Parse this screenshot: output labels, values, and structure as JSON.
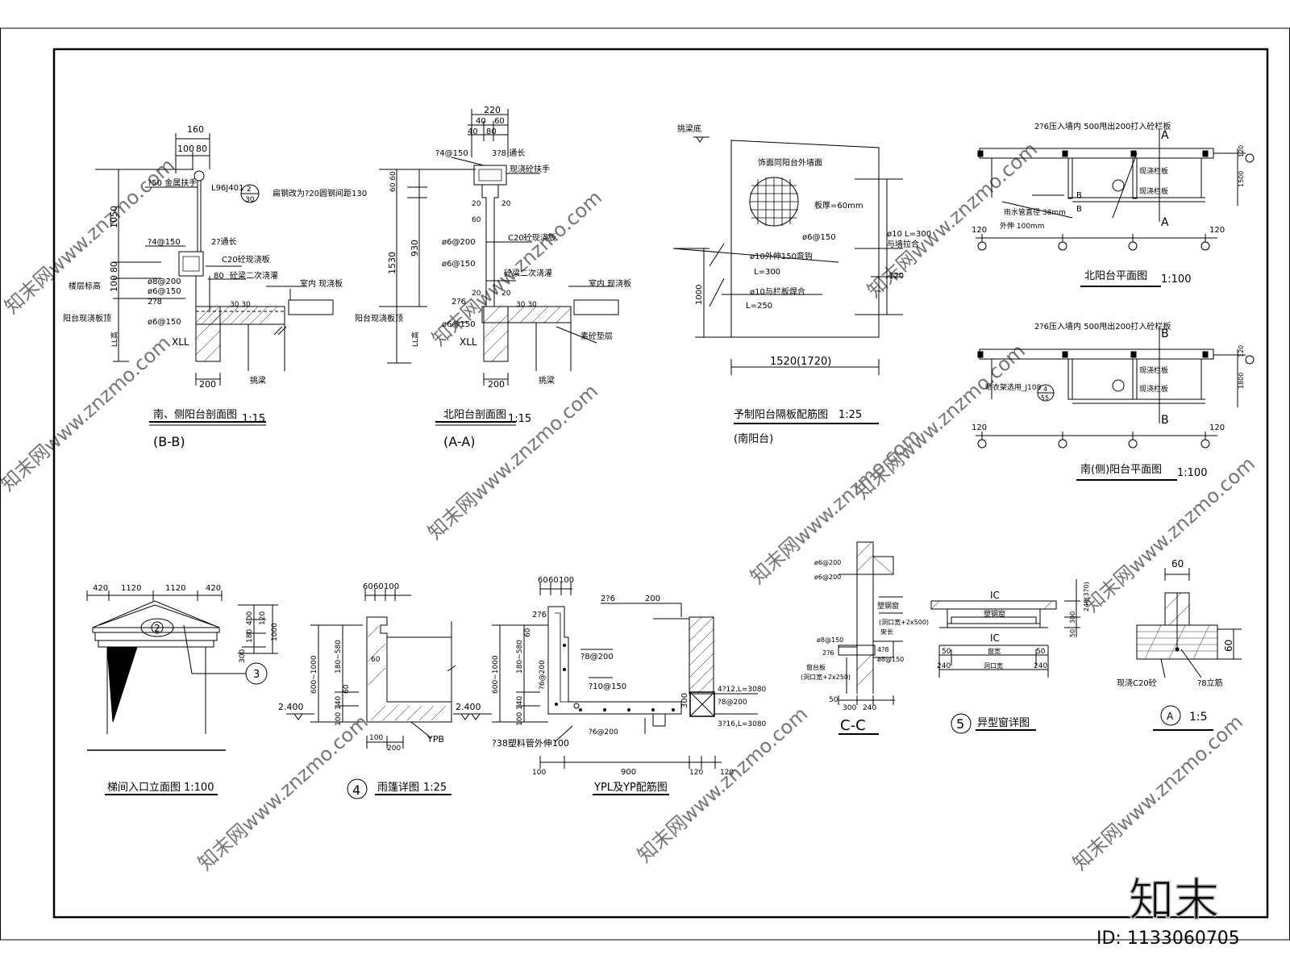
{
  "sheet": {
    "south_section": {
      "title": "南、侧阳台剖面图",
      "scale": "1:15",
      "subtitle": "(B-B)",
      "dims": [
        "160",
        "100",
        "80",
        "1050",
        "80",
        "100",
        "LL高",
        "200"
      ],
      "labels": [
        "?50 金属扶手",
        "L96J401",
        "扁钢改为?20圆钢间距130",
        "?4@150",
        "2?通长",
        "C20砼现浇板",
        "80",
        "砼梁二次浇灌",
        "楼层标高",
        "ø8@200",
        "ø6@150",
        "2?8",
        "阳台现浇板顶",
        "ø6@150",
        "XLL",
        "室内 现浇板",
        "30 30",
        "挑梁"
      ],
      "ref_num": "2",
      "ref_den": "30"
    },
    "north_section": {
      "title": "北阳台剖面图",
      "scale": "1:15",
      "subtitle": "(A-A)",
      "dims": [
        "220",
        "40",
        "60",
        "40",
        "80",
        "60 60",
        "930",
        "1530",
        "LL高",
        "200"
      ],
      "labels": [
        "?4@150",
        "3?8 通长",
        "现浇砼扶手",
        "20",
        "20",
        "60",
        "ø6@200",
        "C20砼现浇板",
        "ø6@150",
        "砼梁二次浇灌",
        "20",
        "20",
        "2?6",
        "室内 现浇板",
        "阳台现浇板顶",
        "ø6@150",
        "XLL",
        "素砼垫层",
        "30 30",
        "挑梁"
      ]
    },
    "panel": {
      "title": "予制阳台隔板配筋图",
      "scale": "1:25",
      "subtitle": "(南阳台)",
      "labels": [
        "挑梁底",
        "饰面同阳台外墙面",
        "板厚=60mm",
        "ø6@150",
        "ø10外伸150弯钩",
        "L=300",
        "ø10与栏板焊合",
        "L=250",
        "ø10 L=300",
        "与墙拉合",
        "120",
        "1000"
      ],
      "width": "1520(1720)"
    },
    "north_plan": {
      "title": "北阳台平面图",
      "scale": "1:100",
      "labels": [
        "2?6压入墙内 500甩出200打入砼栏板",
        "A",
        "A",
        "B",
        "B",
        "现浇栏板",
        "现浇栏板",
        "雨水管直径 38mm",
        "外伸 100mm",
        "120",
        "120",
        "120",
        "1500"
      ]
    },
    "south_plan": {
      "title": "南(侧)阳台平面图",
      "scale": "1:100",
      "labels": [
        "2?6压入墙内 500甩出200打入砼栏板",
        "B",
        "B",
        "现浇栏板",
        "现浇栏板",
        "晒衣架选用_J108",
        "120",
        "120",
        "120",
        "1800"
      ],
      "ref_num": "4",
      "ref_den": "55"
    },
    "entrance": {
      "title": "梯间入口立面图",
      "scale": "1:100",
      "dims": [
        "420",
        "1120",
        "1120",
        "420",
        "400",
        "120",
        "1000",
        "180",
        "300"
      ],
      "circle_a": "2",
      "circle_b": "3"
    },
    "canopy": {
      "title": "雨篷详图",
      "scale": "1:25",
      "num": "4",
      "dims": [
        "60",
        "60",
        "100",
        "600~1000",
        "180~580",
        "60",
        "60",
        "140",
        "100",
        "100",
        "200"
      ],
      "labels": [
        "2.400",
        "YPB"
      ]
    },
    "ypl": {
      "title": "YPL及YP配筋图",
      "dims": [
        "60",
        "60",
        "100",
        "600~1000",
        "180~580",
        "60",
        "140",
        "100",
        "100",
        "900",
        "120",
        "120",
        "300"
      ],
      "labels": [
        "2?6",
        "200",
        "2?6",
        "?8@200",
        "?6@200",
        "?10@150",
        "2.400",
        "4?12,L=3080",
        "?8@200",
        "3?16,L=3080",
        "?6@200",
        "?38塑料管外伸100"
      ]
    },
    "cc": {
      "title": "C-C",
      "labels": [
        "ø6@200",
        "ø6@200",
        "塑钢窗",
        "(洞口宽+2x500)",
        "架长",
        "ø8@150",
        "4?8",
        "2?6",
        "ø8@150",
        "窗台板",
        "(洞口宽+2x250)",
        "50",
        "300",
        "240"
      ]
    },
    "window": {
      "title": "异型窗详图",
      "num": "5",
      "labels": [
        "IC",
        "塑钢窗",
        "IC",
        "窗宽",
        "洞口宽",
        "50",
        "50",
        "240",
        "240",
        "240(370)",
        "300",
        "50"
      ]
    },
    "detail_a": {
      "title": "A",
      "scale": "1:5",
      "labels": [
        "60",
        "60",
        "现浇C20砼",
        "?8立筋"
      ]
    },
    "watermark": {
      "text": "知末网www.znzmo.com",
      "logo": "知末",
      "id": "ID: 1133060705"
    }
  }
}
